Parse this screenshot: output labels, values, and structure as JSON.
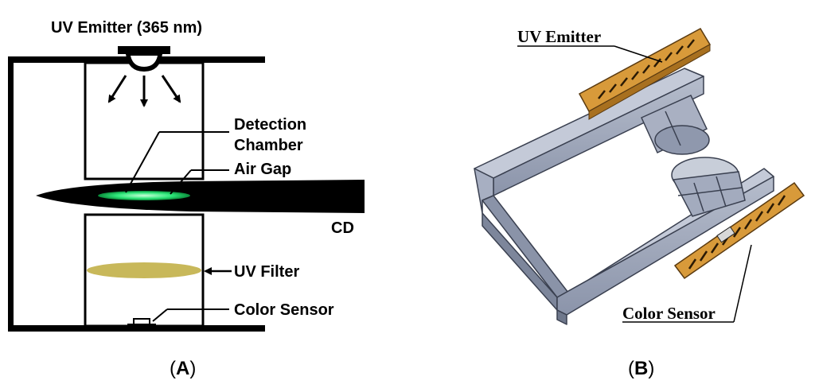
{
  "panel_a": {
    "uv_emitter_label": "UV Emitter (365 nm)",
    "detection_label_line1": "Detection",
    "detection_label_line2": "Chamber",
    "air_gap_label": "Air Gap",
    "cd_label": "CD",
    "uv_filter_label": "UV Filter",
    "color_sensor_label": "Color Sensor",
    "caption_open": "(",
    "caption_letter": "A",
    "caption_close": ")"
  },
  "panel_b": {
    "uv_emitter_label": "UV Emitter",
    "color_sensor_label": "Color Sensor",
    "caption_open": "(",
    "caption_letter": "B",
    "caption_close": ")"
  },
  "colors": {
    "frame": "#000000",
    "detection_chamber_glow": "#2ee87a",
    "uv_filter": "#c8b85a",
    "pcb_orange": "#d89a3a",
    "metal_frame": "#9aa3b8"
  },
  "icons": [
    "arrow-down-icon",
    "uv-lamp-icon",
    "color-sensor-chip-icon"
  ]
}
